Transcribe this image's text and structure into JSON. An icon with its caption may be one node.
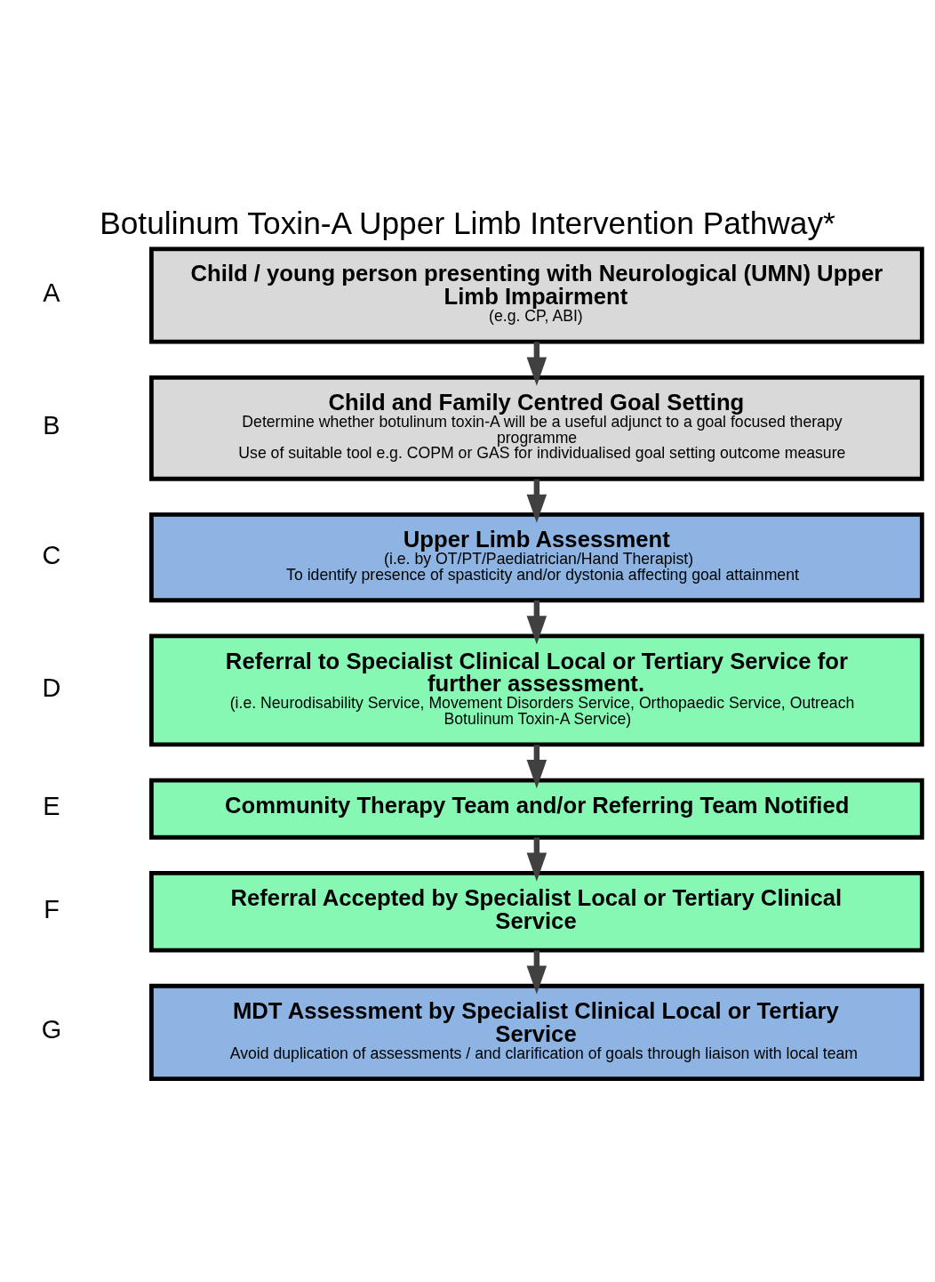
{
  "diagram": {
    "title": "Botulinum Toxin-A Upper Limb Intervention Pathway*",
    "nodes": [
      {
        "text": [
          "Child / young person presenting with Neurological (UMN) Upper Limb Impairment",
          "(e.g. CP, ABI)"
        ],
        "beside": [
          "A"
        ]
      },
      {
        "text": [
          "Child and Family Centred Goal Setting",
          "Determine whether botulinum toxin-A will be a useful adjunct to a goal focused therapy programme",
          "Use of suitable tool e.g. COPM or GAS for individualised goal setting outcome measure"
        ],
        "beside": [
          "B"
        ]
      },
      {
        "text": [
          "Upper Limb Assessment",
          "(i.e. by OT/PT/Paediatrician/Hand Therapist)",
          "To identify presence of spasticity and/or dystonia affecting goal attainment"
        ],
        "beside": [
          "C"
        ]
      },
      {
        "text": [
          "Referral to Specialist Clinical Local or Tertiary Service for further assessment.",
          "(i.e. Neurodisability Service, Movement Disorders Service, Orthopaedic Service, Outreach Botulinum Toxin-A Service)"
        ],
        "beside": [
          "D"
        ]
      },
      {
        "text": [
          "Community Therapy Team and/or Referring Team Notified"
        ],
        "beside": [
          "E"
        ]
      },
      {
        "text": [
          "Referral Accepted by Specialist Local or Tertiary Clinical Service"
        ],
        "beside": [
          "F"
        ]
      },
      {
        "text": [
          "MDT Assessment by Specialist Clinical Local or Tertiary Service",
          "Avoid duplication of assessments / and clarification of goals through liaison with local team"
        ],
        "beside": [
          "G"
        ]
      }
    ],
    "edges": [
      {
        "from": 0,
        "to": 1,
        "arrow": "to"
      },
      {
        "from": 1,
        "to": 2,
        "arrow": "to"
      },
      {
        "from": 2,
        "to": 3,
        "arrow": "to"
      },
      {
        "from": 3,
        "to": 4,
        "arrow": "to"
      },
      {
        "from": 4,
        "to": 5,
        "arrow": "to"
      },
      {
        "from": 5,
        "to": 6,
        "arrow": "to"
      }
    ]
  }
}
